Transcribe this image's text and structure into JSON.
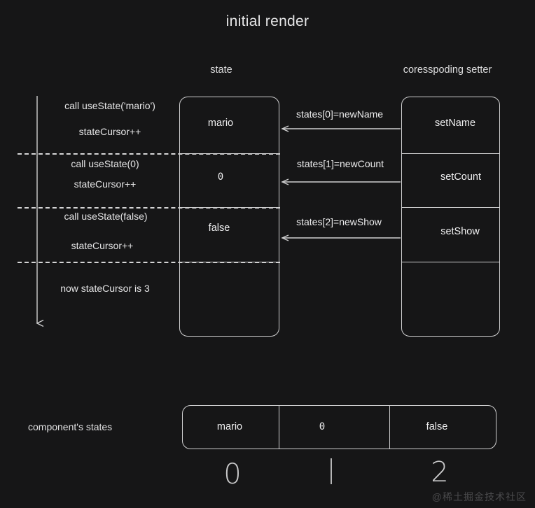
{
  "title": "initial render",
  "columns": {
    "state_header": "state",
    "setter_header": "coresspoding setter"
  },
  "timeline": {
    "steps": [
      {
        "call": "call useState('mario')",
        "cursor": "stateCursor++"
      },
      {
        "call": "call useState(0)",
        "cursor": "stateCursor++"
      },
      {
        "call": "call useState(false)",
        "cursor": "stateCursor++"
      }
    ],
    "final_note": "now stateCursor is 3"
  },
  "state_box": {
    "rows": [
      "mario",
      "0",
      "false",
      ""
    ]
  },
  "setter_box": {
    "rows": [
      "setName",
      "setCount",
      "setShow",
      ""
    ]
  },
  "arrows": [
    {
      "label": "states[0]=newName"
    },
    {
      "label": "states[1]=newCount"
    },
    {
      "label": "states[2]=newShow"
    }
  ],
  "component_states": {
    "label": "component's states",
    "cells": [
      "mario",
      "0",
      "false"
    ],
    "indices": [
      "0",
      "1",
      "2"
    ]
  },
  "watermark": "@稀土掘金技术社区",
  "colors": {
    "background": "#161617",
    "stroke": "#cfcfd0",
    "text": "#e9e9ea",
    "watermark": "#4a4a4c"
  }
}
